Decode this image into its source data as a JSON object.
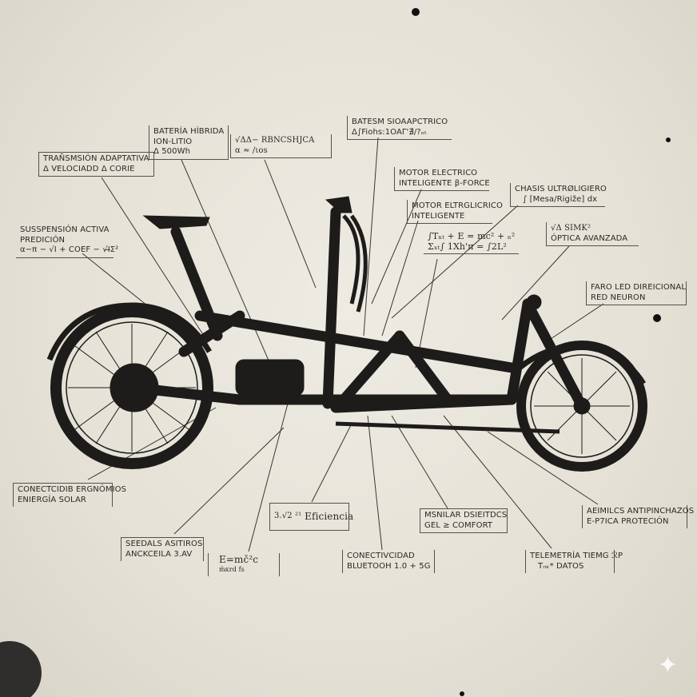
{
  "labels": {
    "transmision": [
      "TRAÑSMSIÓN ADAPTATIVA",
      "Δ VELOCIADD Δ CORIE"
    ],
    "bateria": [
      "BATERÍA HÍBRIDA",
      "ION-LITIO",
      "Δ 500Wh"
    ],
    "formula_top": [
      "√ΔΔ− RBNCSHJCA",
      "α ≈ /ιos"
    ],
    "batesm": [
      "BATESM SIOAAPCTRICO",
      "Δ∫Fiohs:1OAΓ'∄/?ₒₜ"
    ],
    "motor1": [
      "MOTOR ELECTRICO",
      "INTELIGENTE β-FORCE"
    ],
    "motor2": [
      "MOTOR ELTRGLICRICO",
      "INTELIGENTE"
    ],
    "chasis": [
      "CHASIS ULTRØLIGIERO",
      "∫ [Mesa/Rigiže] dx"
    ],
    "formula_mid": [
      "∫Tₙₜ + E = mc² + ₙ²",
      "Σₓₜ∫ 1Xh'π = ∫2L²"
    ],
    "optica": [
      "√Δ SIMK²",
      "ÓPTICA AVANZADA"
    ],
    "suspension": [
      "SUSSPENSIÓN ACTIVA",
      "PREDICIÓN",
      "α−π − √I + COEF − √I̶Σ²"
    ],
    "faro": [
      "FARO LED DIREICIONAL",
      "RED NEURON"
    ],
    "conectividad_ergo": [
      "CONECTCIDIB ERGNÓMIOS",
      "ENIERGÍA SOLAR"
    ],
    "eficiencia": [
      "3.√2 ²¹",
      "Eficiencia"
    ],
    "sensores": [
      "SEEDALS ASITIROS",
      "ANCKCEILA 3.AV"
    ],
    "emc": [
      "E=mč²c",
      "m̃κrd fs"
    ],
    "bluetooth": [
      "CONECTIVCIDAD",
      "BLUETOOH 1.0 + 5G"
    ],
    "sillin": [
      "MSNILAR DSIEITDCS",
      "GEL ≥ COMFORT"
    ],
    "telemetria": [
      "TELEMETRÍA TIEMG ℛP",
      "Tₙₖ* DATOS"
    ],
    "neumaticos": [
      "AEIMILCS ANTIPINCHAZOS",
      "E-P7ICA PROTECIÓN"
    ]
  },
  "colors": {
    "paper": "#e7e3d9",
    "ink": "#2b2925",
    "line": "#3a3732"
  },
  "icons": {
    "watermark": "sparkle-icon"
  }
}
